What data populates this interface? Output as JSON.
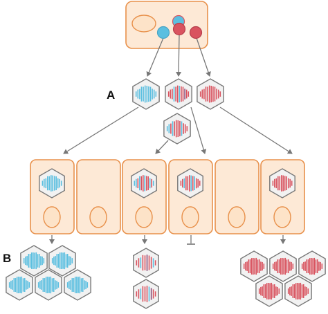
{
  "labels": {
    "panel_a": "A",
    "panel_b": "B"
  },
  "colors": {
    "cell_fill": "#fde9d6",
    "cell_stroke": "#e8904a",
    "nucleus_fill": "#fde3c8",
    "hex_fill": "#f2f2f2",
    "hex_stroke": "#777777",
    "blue": "#5bbfe0",
    "red": "#d9535f",
    "purple": "#8a4c78",
    "arrow": "#777777"
  },
  "icons": [
    "hexagon-virion",
    "cell-box",
    "nucleus-oval",
    "arrow",
    "inhibition-bar"
  ]
}
